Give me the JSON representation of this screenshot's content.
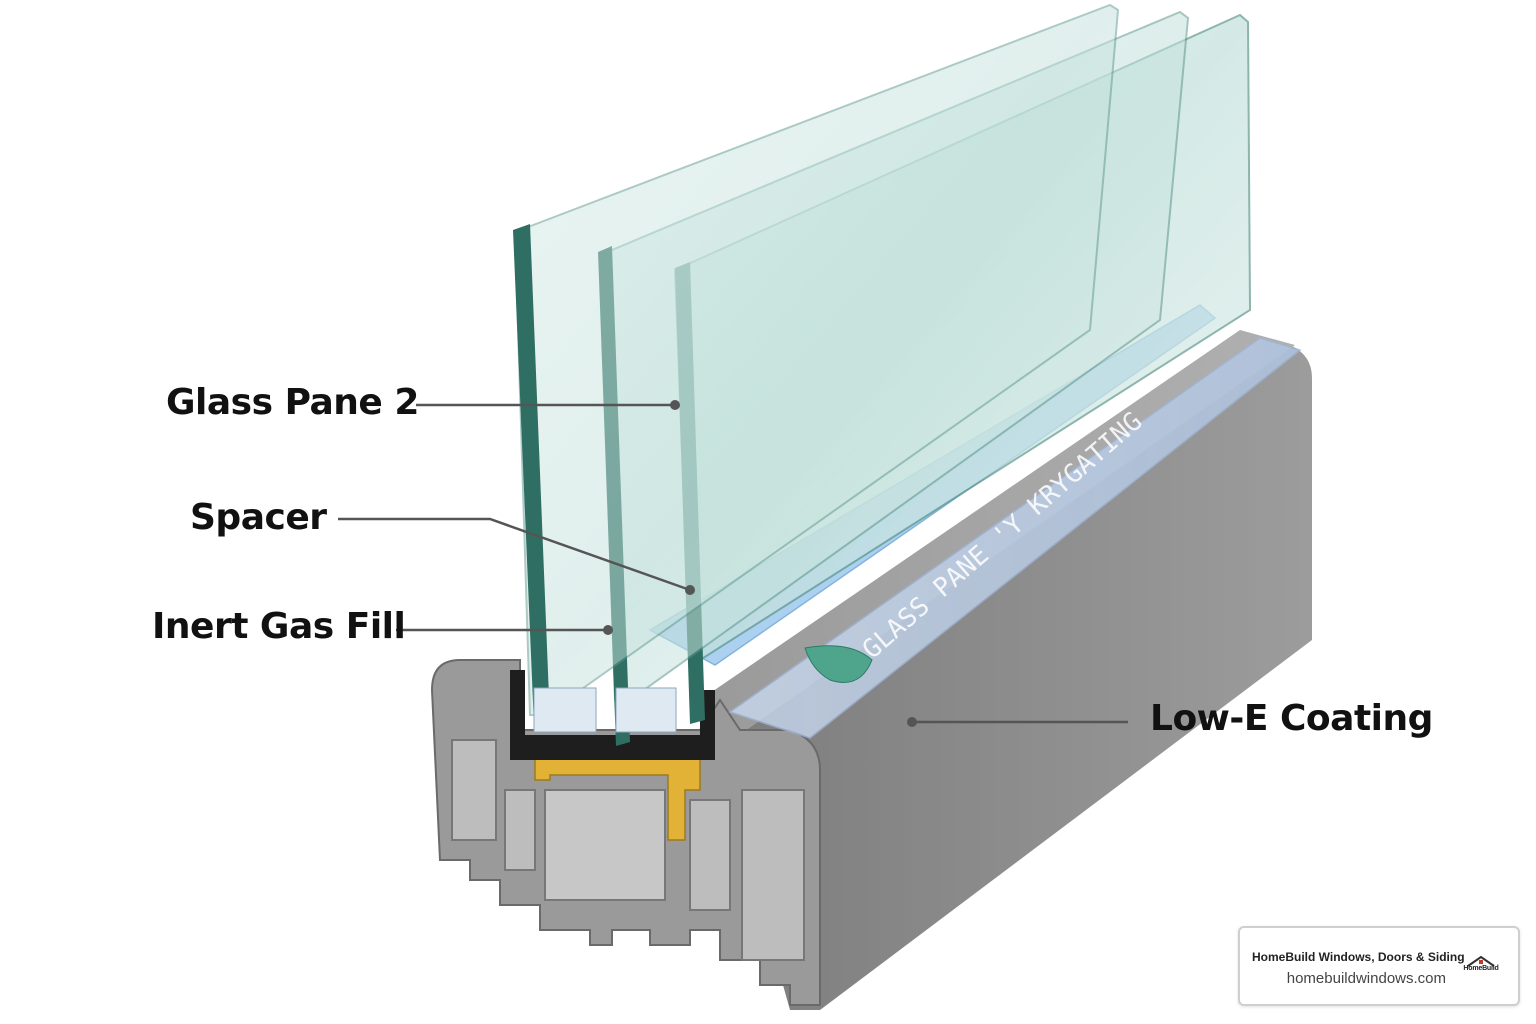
{
  "labels": {
    "glass_pane_2": "Glass Pane 2",
    "spacer": "Spacer",
    "inert_gas_fill": "Inert Gas Fill",
    "low_e_coating": "Low-E Coating"
  },
  "frame_imprint": "GLASS PANE 'Y KRYGATING",
  "brand": {
    "name": "HomeBuild Windows, Doors & Siding",
    "url": "homebuildwindows.com",
    "logo_text": "HomeBuild"
  },
  "colors": {
    "frame": "#8c8c8c",
    "glass_edge": "#2f6e62",
    "seal": "#e2b236",
    "leader": "#555555"
  }
}
